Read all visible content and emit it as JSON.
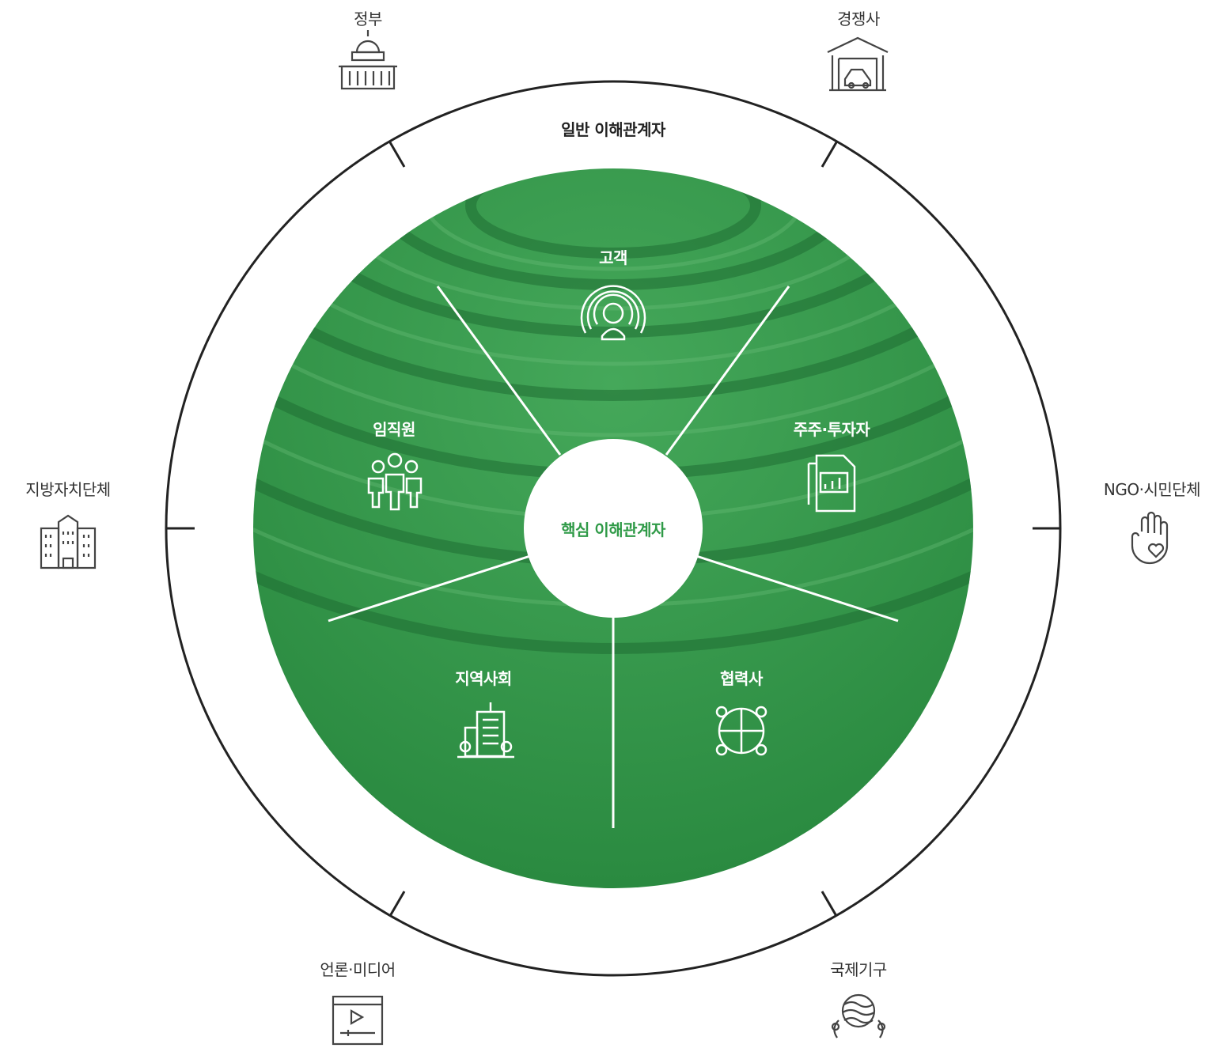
{
  "ring": {
    "title": "일반 이해관계자"
  },
  "center": {
    "label": "핵심 이해관계자"
  },
  "core_stakeholders": [
    {
      "label": "고객",
      "icon": "customer-signal-icon"
    },
    {
      "label": "주주·투자자",
      "icon": "report-chart-icon"
    },
    {
      "label": "협력사",
      "icon": "puzzle-network-icon"
    },
    {
      "label": "지역사회",
      "icon": "city-building-icon"
    },
    {
      "label": "임직원",
      "icon": "employees-group-icon"
    }
  ],
  "general_stakeholders": [
    {
      "label": "정부",
      "icon": "government-capitol-icon"
    },
    {
      "label": "경쟁사",
      "icon": "competitor-garage-icon"
    },
    {
      "label": "NGO·시민단체",
      "icon": "hand-heart-icon"
    },
    {
      "label": "국제기구",
      "icon": "globe-laurel-icon"
    },
    {
      "label": "언론·미디어",
      "icon": "media-player-icon"
    },
    {
      "label": "지방자치단체",
      "icon": "municipal-building-icon"
    }
  ],
  "colors": {
    "core_fill": "#2f8f45",
    "core_dark": "#1f6e33",
    "center_text": "#2f9a47",
    "ring": "#222222"
  }
}
